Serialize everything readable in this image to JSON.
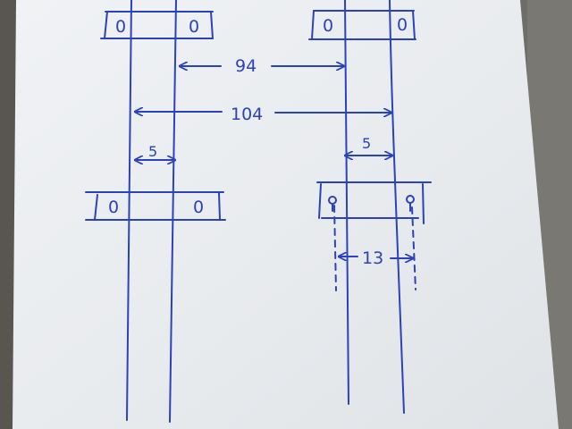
{
  "colors": {
    "ink": "#2b43b8",
    "paper": "#e9ecef",
    "background": "#6f6d68"
  },
  "dimensions": {
    "inner_span": "94",
    "outer_span": "104",
    "left_gap": "5",
    "right_gap": "5",
    "hole_gap": "13"
  },
  "bars": {
    "top_left_left_mark": "0",
    "top_left_right_mark": "0",
    "top_right_left_mark": "0",
    "top_right_right_mark": "0",
    "bottom_left_left_mark": "0",
    "bottom_left_right_mark": "0"
  }
}
